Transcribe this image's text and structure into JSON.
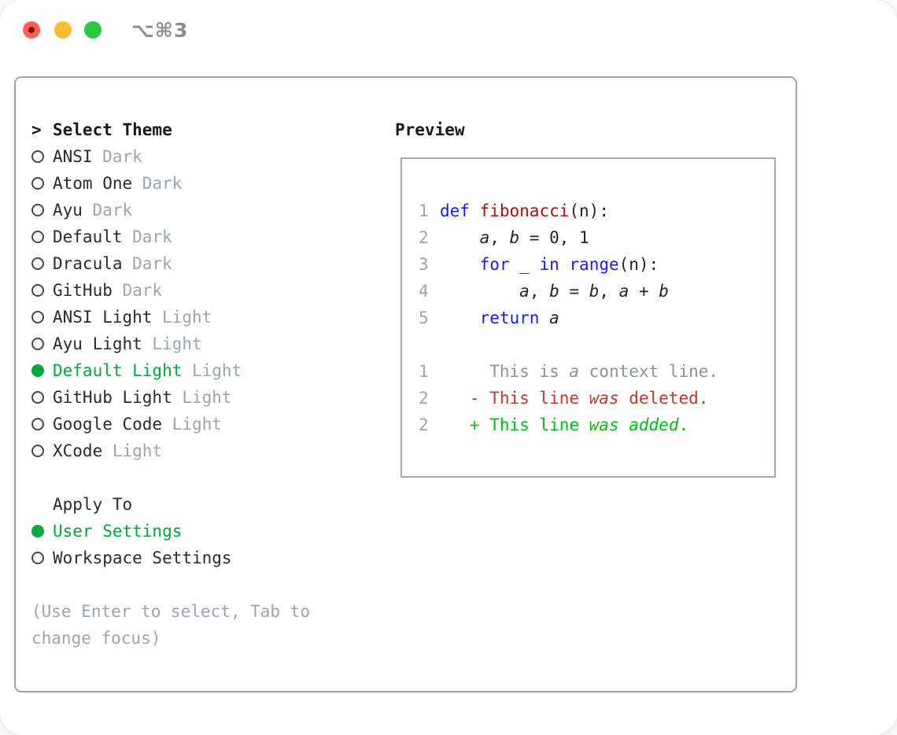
{
  "titlebar": {
    "shortcut": "⌥⌘3",
    "traffic_lights": [
      "close",
      "minimize",
      "zoom"
    ]
  },
  "colors": {
    "accent_green": "#00a83e",
    "keyword_blue": "#1a1aff",
    "function_red": "#a31515",
    "deleted_red": "#c0392b",
    "added_green": "#00bd13",
    "muted_gray": "#9aa5b1",
    "panel_border": "#9aa3ae"
  },
  "theme_picker": {
    "pointer": ">",
    "title": "Select Theme",
    "items": [
      {
        "name": "ANSI",
        "tag": "Dark",
        "selected": false
      },
      {
        "name": "Atom One",
        "tag": "Dark",
        "selected": false
      },
      {
        "name": "Ayu",
        "tag": "Dark",
        "selected": false
      },
      {
        "name": "Default",
        "tag": "Dark",
        "selected": false
      },
      {
        "name": "Dracula",
        "tag": "Dark",
        "selected": false
      },
      {
        "name": "GitHub",
        "tag": "Dark",
        "selected": false
      },
      {
        "name": "ANSI Light",
        "tag": "Light",
        "selected": false
      },
      {
        "name": "Ayu Light",
        "tag": "Light",
        "selected": false
      },
      {
        "name": "Default Light",
        "tag": "Light",
        "selected": true
      },
      {
        "name": "GitHub Light",
        "tag": "Light",
        "selected": false
      },
      {
        "name": "Google Code",
        "tag": "Light",
        "selected": false
      },
      {
        "name": "XCode",
        "tag": "Light",
        "selected": false
      }
    ]
  },
  "apply_to": {
    "title": "Apply To",
    "options": [
      {
        "label": "User Settings",
        "selected": true
      },
      {
        "label": "Workspace Settings",
        "selected": false
      }
    ]
  },
  "footer_hint": "(Use Enter to select, Tab to\nchange focus)",
  "preview": {
    "title": "Preview",
    "lines": [
      {
        "num": "1",
        "tokens": [
          {
            "t": "def",
            "s": "kw"
          },
          {
            "t": " ",
            "s": "pl"
          },
          {
            "t": "fibonacci",
            "s": "fn"
          },
          {
            "t": "(n):",
            "s": "pl"
          }
        ]
      },
      {
        "num": "2",
        "tokens": [
          {
            "t": "    ",
            "s": "pl"
          },
          {
            "t": "a",
            "s": "pli"
          },
          {
            "t": ", ",
            "s": "pl"
          },
          {
            "t": "b",
            "s": "pli"
          },
          {
            "t": " = 0, 1",
            "s": "pl"
          }
        ]
      },
      {
        "num": "3",
        "tokens": [
          {
            "t": "    ",
            "s": "pl"
          },
          {
            "t": "for",
            "s": "kw"
          },
          {
            "t": " _ ",
            "s": "pl"
          },
          {
            "t": "in",
            "s": "kw"
          },
          {
            "t": " ",
            "s": "pl"
          },
          {
            "t": "range",
            "s": "kw"
          },
          {
            "t": "(n):",
            "s": "pl"
          }
        ]
      },
      {
        "num": "4",
        "tokens": [
          {
            "t": "        ",
            "s": "pl"
          },
          {
            "t": "a",
            "s": "pli"
          },
          {
            "t": ", ",
            "s": "pl"
          },
          {
            "t": "b",
            "s": "pli"
          },
          {
            "t": " = ",
            "s": "pl"
          },
          {
            "t": "b",
            "s": "pli"
          },
          {
            "t": ", ",
            "s": "pl"
          },
          {
            "t": "a",
            "s": "pli"
          },
          {
            "t": " + ",
            "s": "pl"
          },
          {
            "t": "b",
            "s": "pli"
          }
        ]
      },
      {
        "num": "5",
        "tokens": [
          {
            "t": "    ",
            "s": "pl"
          },
          {
            "t": "return",
            "s": "kw"
          },
          {
            "t": " ",
            "s": "pl"
          },
          {
            "t": "a",
            "s": "pli"
          }
        ]
      },
      {
        "num": "",
        "tokens": []
      },
      {
        "num": "1",
        "tokens": [
          {
            "t": "     This is ",
            "s": "ctx"
          },
          {
            "t": "a",
            "s": "ctxi"
          },
          {
            "t": " context line.",
            "s": "ctx"
          }
        ]
      },
      {
        "num": "2",
        "tokens": [
          {
            "t": "   - This line ",
            "s": "del"
          },
          {
            "t": "was",
            "s": "deli"
          },
          {
            "t": " deleted.",
            "s": "del"
          }
        ]
      },
      {
        "num": "2",
        "tokens": [
          {
            "t": "   + This line ",
            "s": "add"
          },
          {
            "t": "was",
            "s": "addi"
          },
          {
            "t": " ",
            "s": "add"
          },
          {
            "t": "added",
            "s": "addi"
          },
          {
            "t": ".",
            "s": "add"
          }
        ]
      }
    ]
  }
}
